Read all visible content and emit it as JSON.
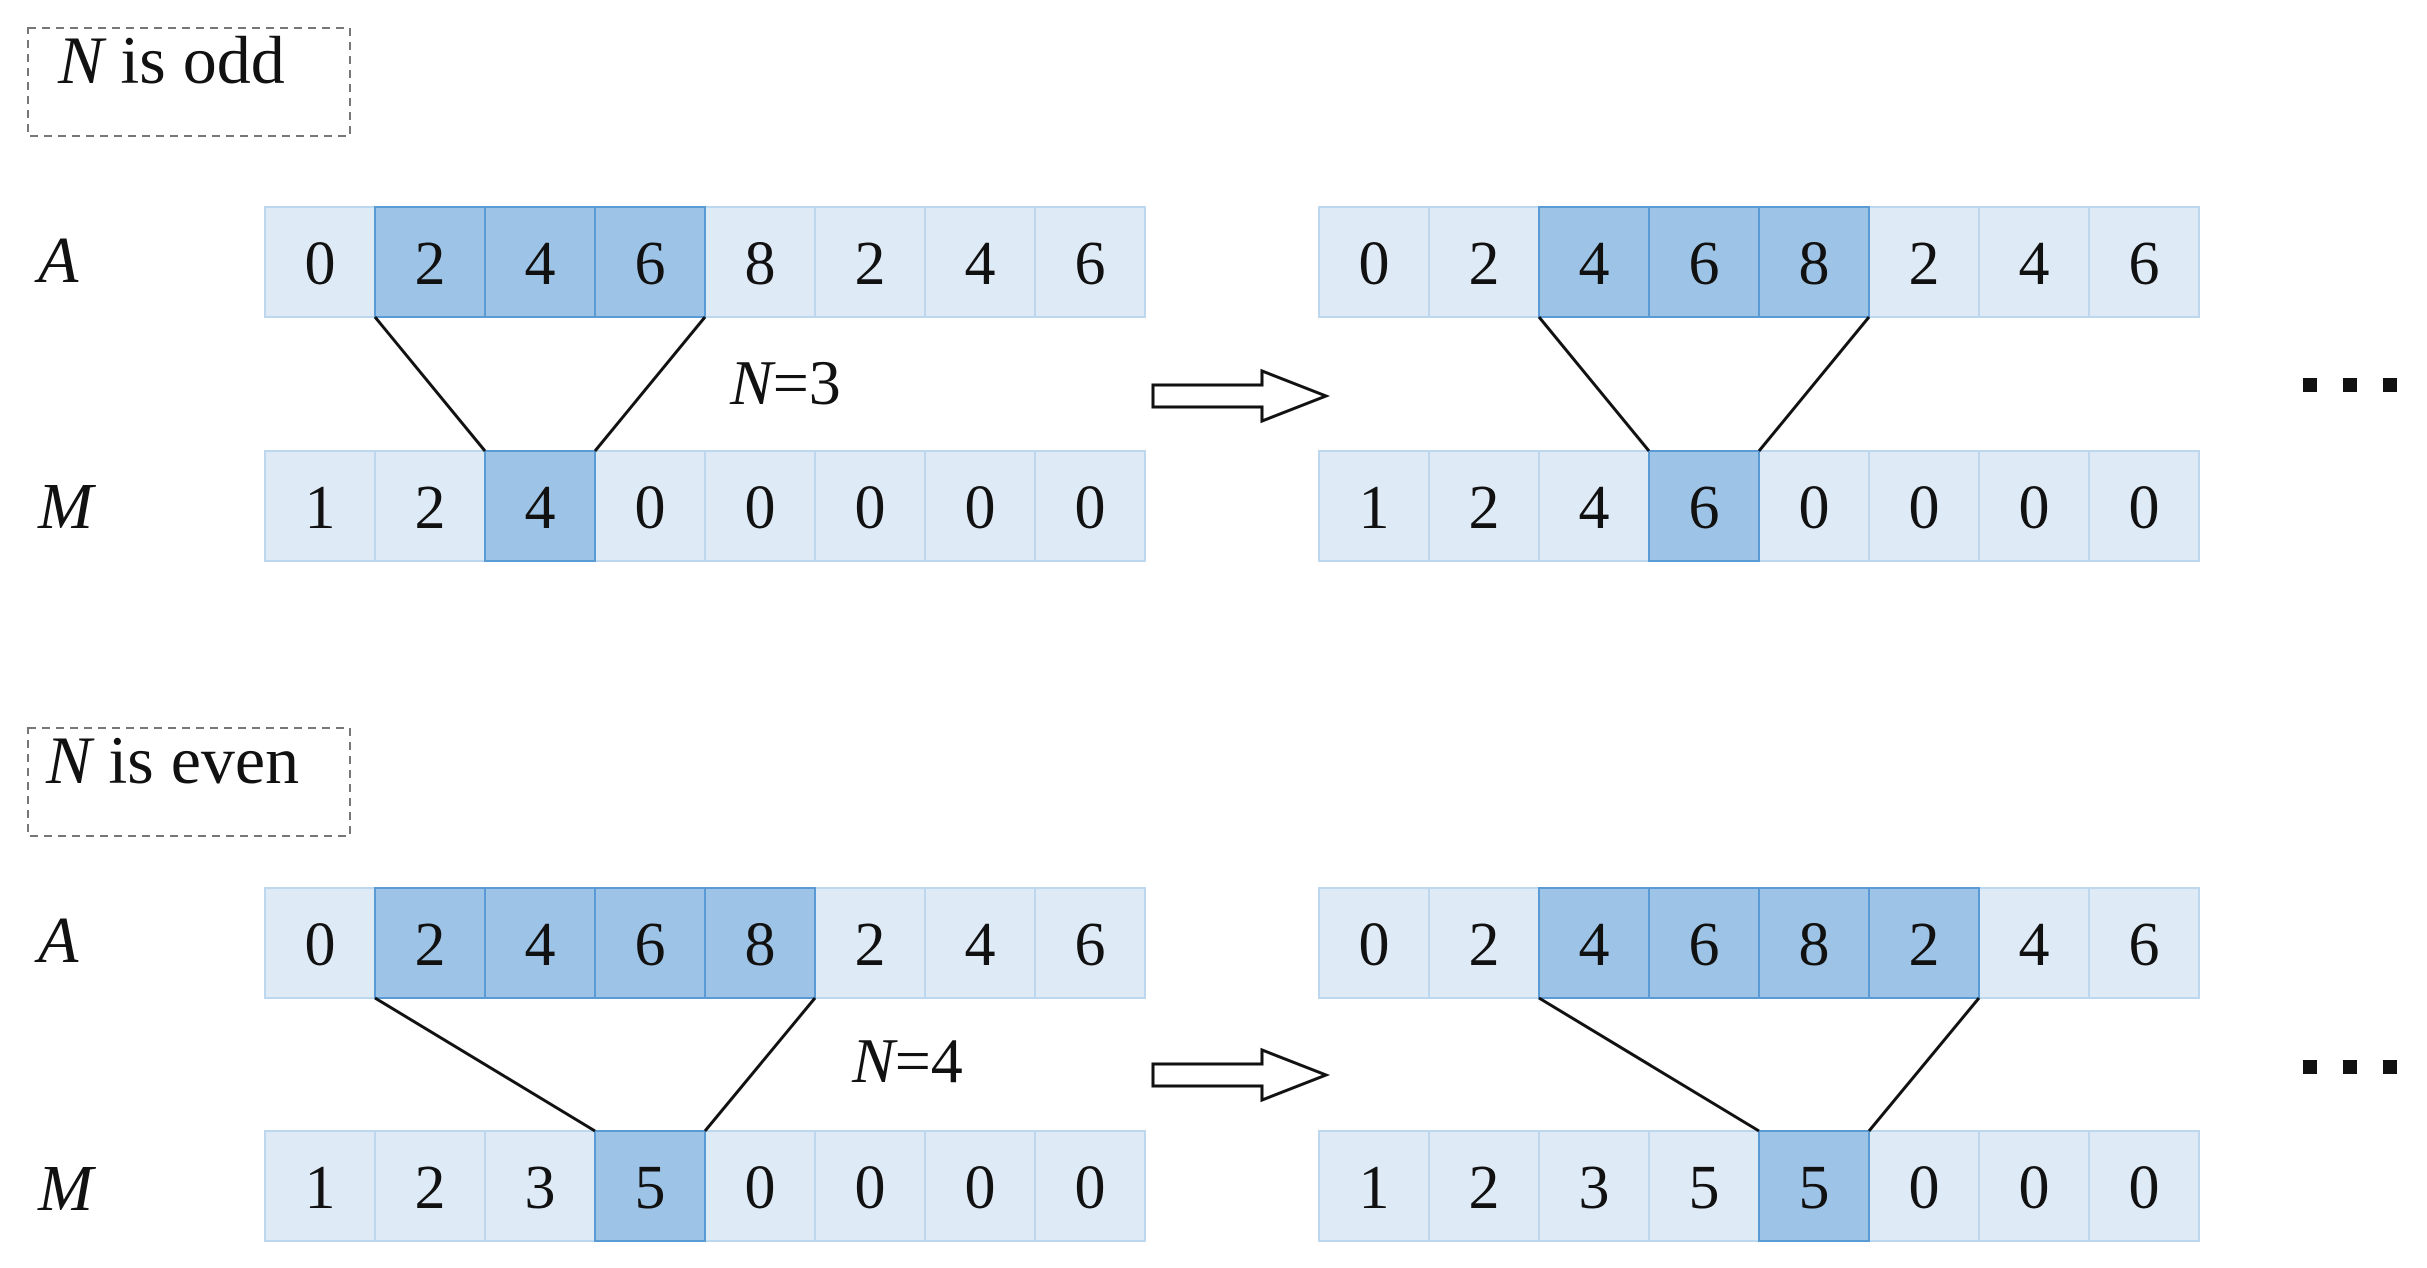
{
  "sections": [
    {
      "case_label": {
        "var": "N",
        "rest": " is odd"
      },
      "n_label": {
        "var": "N",
        "rest": "=3"
      },
      "rows": [
        {
          "label": "A",
          "arrays": [
            {
              "values": [
                "0",
                "2",
                "4",
                "6",
                "8",
                "2",
                "4",
                "6"
              ],
              "highlight": [
                1,
                2,
                3
              ]
            },
            {
              "values": [
                "0",
                "2",
                "4",
                "6",
                "8",
                "2",
                "4",
                "6"
              ],
              "highlight": [
                2,
                3,
                4
              ]
            }
          ]
        },
        {
          "label": "M",
          "arrays": [
            {
              "values": [
                "1",
                "2",
                "4",
                "0",
                "0",
                "0",
                "0",
                "0"
              ],
              "highlight": [
                2
              ]
            },
            {
              "values": [
                "1",
                "2",
                "4",
                "6",
                "0",
                "0",
                "0",
                "0"
              ],
              "highlight": [
                3
              ]
            }
          ]
        }
      ],
      "links": [
        {
          "from_cells": [
            1,
            3
          ],
          "to_cell": 2
        },
        {
          "from_cells": [
            2,
            4
          ],
          "to_cell": 3
        }
      ]
    },
    {
      "case_label": {
        "var": "N",
        "rest": " is even"
      },
      "n_label": {
        "var": "N",
        "rest": "=4"
      },
      "rows": [
        {
          "label": "A",
          "arrays": [
            {
              "values": [
                "0",
                "2",
                "4",
                "6",
                "8",
                "2",
                "4",
                "6"
              ],
              "highlight": [
                1,
                2,
                3,
                4
              ]
            },
            {
              "values": [
                "0",
                "2",
                "4",
                "6",
                "8",
                "2",
                "4",
                "6"
              ],
              "highlight": [
                2,
                3,
                4,
                5
              ]
            }
          ]
        },
        {
          "label": "M",
          "arrays": [
            {
              "values": [
                "1",
                "2",
                "3",
                "5",
                "0",
                "0",
                "0",
                "0"
              ],
              "highlight": [
                3
              ]
            },
            {
              "values": [
                "1",
                "2",
                "3",
                "5",
                "5",
                "0",
                "0",
                "0"
              ],
              "highlight": [
                4
              ]
            }
          ]
        }
      ],
      "links": [
        {
          "from_cells": [
            1,
            4
          ],
          "to_cell": 3
        },
        {
          "from_cells": [
            2,
            5
          ],
          "to_cell": 4
        }
      ]
    }
  ],
  "ellipsis": "…",
  "colors": {
    "cell_light": "#deeaf6",
    "cell_dark": "#9dc3e6",
    "cell_light_border": "#bdd7ee",
    "cell_dark_border": "#5b9bd5"
  }
}
